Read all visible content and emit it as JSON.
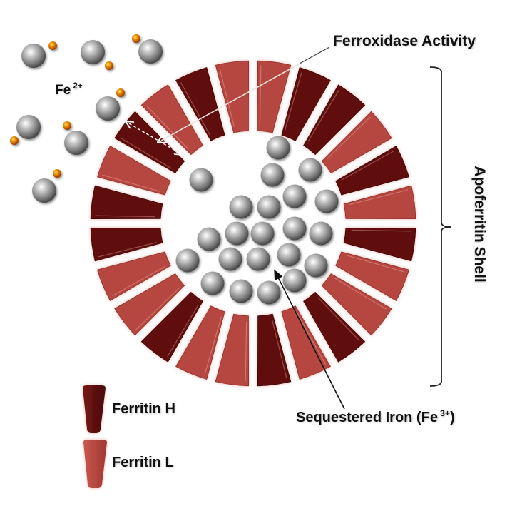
{
  "title": "Ferritin structure diagram",
  "labels": {
    "ferroxidase": "Ferroxidase Activity",
    "fe2_base": "Fe",
    "fe2_charge": "2+",
    "apoferritin_shell": "Apoferritin Shell",
    "sequestered_base": "Sequestered Iron (Fe",
    "sequestered_charge": "3+",
    "sequestered_close": ")"
  },
  "legend": {
    "items": [
      {
        "label": "Ferritin H",
        "color": "#5e1010"
      },
      {
        "label": "Ferritin L",
        "color": "#b5473f"
      }
    ]
  },
  "colors": {
    "ferritin_h": "#5e1010",
    "ferritin_l": "#b5473f",
    "iron_sphere": "#8c8c8c",
    "oxygen_dot": "#d86a00",
    "text": "#111111"
  },
  "ring": {
    "segment_count": 24,
    "segments_clockwise_from_top": [
      "L",
      "H",
      "H",
      "L",
      "H",
      "L",
      "H",
      "L",
      "L",
      "H",
      "L",
      "H",
      "L",
      "L",
      "H",
      "L",
      "L",
      "H",
      "H",
      "L",
      "H",
      "L",
      "H",
      "L"
    ]
  },
  "counts": {
    "external_fe2_ions": 7,
    "internal_fe3_spheres": 23
  }
}
